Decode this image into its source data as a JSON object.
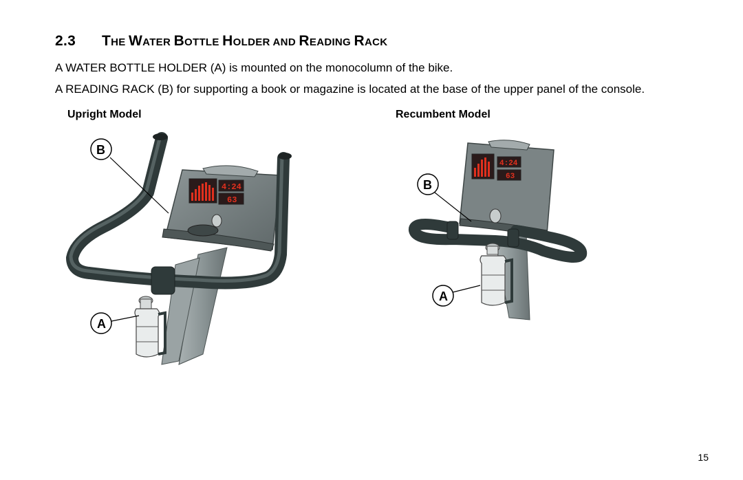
{
  "section": {
    "number": "2.3",
    "title_parts": [
      {
        "cap": "T",
        "rest": "HE "
      },
      {
        "cap": "W",
        "rest": "ATER "
      },
      {
        "cap": "B",
        "rest": "OTTLE "
      },
      {
        "cap": "H",
        "rest": "OLDER AND "
      },
      {
        "cap": "R",
        "rest": "EADING "
      },
      {
        "cap": "R",
        "rest": "ACK"
      }
    ]
  },
  "paragraphs": [
    "A WATER BOTTLE HOLDER (A) is mounted on the monocolumn of the bike.",
    "A READING RACK (B) for supporting a book or magazine is located at the base of the upper panel of the console."
  ],
  "figures": {
    "upright": {
      "caption": "Upright Model",
      "callout_a": "A",
      "callout_b": "B",
      "led_top": "4:24",
      "led_bottom": "63"
    },
    "recumbent": {
      "caption": "Recumbent Model",
      "callout_a": "A",
      "callout_b": "B",
      "led_top": "4:24",
      "led_bottom": "63"
    }
  },
  "colors": {
    "handlebar": "#2f3a3a",
    "column": "#8b9596",
    "console": "#767f80",
    "led": "#e0301e",
    "bottle": "#e9ecec"
  },
  "page_number": "15"
}
